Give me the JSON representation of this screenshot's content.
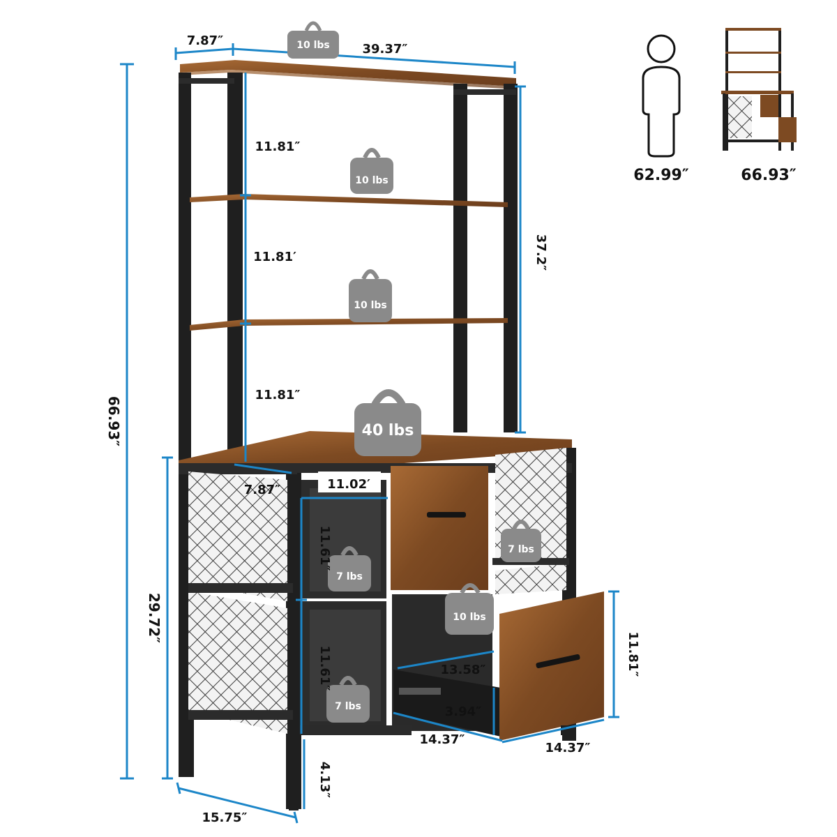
{
  "colors": {
    "dimension_line": "#1c86c8",
    "frame": "#1f1f1f",
    "wood_light": "#a86a35",
    "wood_dark": "#6b3d1c",
    "weight_badge": "#8a8a8a",
    "text": "#111111"
  },
  "dimensions": {
    "top_depth": "7.87″",
    "top_width": "39.37″",
    "shelf_gap_1": "11.81″",
    "shelf_gap_2": "11.81′",
    "shelf_gap_3": "11.81″",
    "hutch_height": "37.2″",
    "total_height": "66.93″",
    "cabinet_depth": "7.87″",
    "cube_width": "11.02′",
    "cube_height_top": "11.61″",
    "cube_height_bottom": "11.61″",
    "cabinet_height": "29.72″",
    "leg_height": "4.13″",
    "base_depth": "15.75″",
    "drawer_inner_depth": "13.58″",
    "drawer_inner_height": "3.94″",
    "drawer_depth": "14.37″",
    "drawer_width": "14.37″",
    "drawer_front_height": "11.81″"
  },
  "weights": {
    "top": "10 lbs",
    "shelf_1": "10 lbs",
    "shelf_2": "10 lbs",
    "cabinet_top": "40 lbs",
    "right_shelf": "7 lbs",
    "cube_top": "7 lbs",
    "cube_bottom": "7 lbs",
    "drawer": "10 lbs"
  },
  "comparison": {
    "person_height": "62.99″",
    "product_height": "66.93″",
    "person_icon": "person-silhouette-icon",
    "product_icon": "bookshelf-thumbnail-icon"
  }
}
